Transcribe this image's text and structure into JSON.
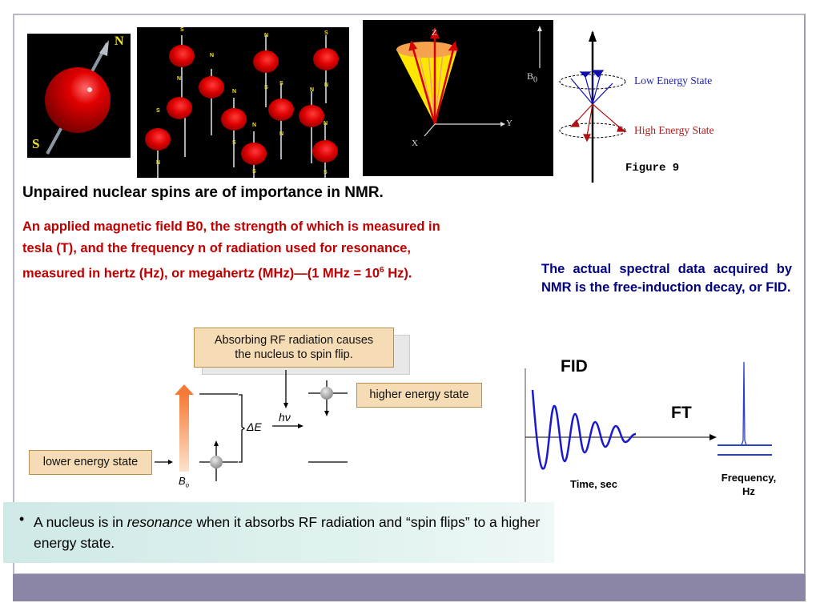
{
  "slide": {
    "heading": "Unpaired nuclear spins are of importance in NMR.",
    "red_paragraph": {
      "line1": "An applied magnetic field B0, the strength of which is measured in",
      "line2": "tesla (T), and the frequency n of radiation used for resonance,",
      "line3_pre": "measured in hertz (Hz), or megahertz (MHz)—(1 MHz = 10",
      "line3_sup": "6",
      "line3_post": " Hz)."
    },
    "blue_paragraph": "The actual spectral data acquired by NMR is the free-induction decay, or FID.",
    "colors": {
      "heading": "#000000",
      "red_text": "#c00000",
      "blue_text": "#000080",
      "footer_bar": "#8c86a6",
      "tan_box": "#f6dcb5",
      "caption_bg": "#d6eeeb",
      "fid_line": "#1a1acc"
    }
  },
  "images": {
    "single_spin": {
      "north_label": "N",
      "south_label": "S"
    },
    "spin_array": {
      "spins": [
        {
          "top": "S",
          "bottom": "N"
        },
        {
          "top": "N",
          "bottom": "S"
        },
        {
          "top": "S",
          "bottom": "N"
        },
        {
          "top": "N",
          "bottom": "S"
        },
        {
          "top": "N",
          "bottom": "S"
        },
        {
          "top": "N",
          "bottom": "S"
        },
        {
          "top": "N",
          "bottom": "S"
        },
        {
          "top": "S",
          "bottom": "N"
        },
        {
          "top": "S",
          "bottom": "N"
        },
        {
          "top": "N",
          "bottom": "S"
        },
        {
          "top": "N",
          "bottom": "S"
        }
      ]
    },
    "precession_cone": {
      "z_label": "Z",
      "y_label": "Y",
      "x_label": "X",
      "b0_label": "B",
      "b0_sub": "0"
    },
    "figure9": {
      "low_label": "Low Energy State",
      "high_label": "High Energy State",
      "caption": "Figure 9"
    }
  },
  "energy_diagram": {
    "callout": {
      "line1": "Absorbing RF radiation causes",
      "line2": "the nucleus to spin flip."
    },
    "higher_state": "higher energy state",
    "lower_state": "lower energy state",
    "delta_e": "ΔE",
    "hv": "hν",
    "b0_label": "B",
    "b0_sub": "o"
  },
  "fid_diagram": {
    "fid_label": "FID",
    "ft_label": "FT",
    "time_label": "Time, sec",
    "freq_label_line1": "Frequency,",
    "freq_label_line2": "Hz"
  },
  "caption": {
    "bullet": "•",
    "pre": "A nucleus is in ",
    "italic": "resonance",
    "post": " when it absorbs RF radiation and “spin flips” to a higher energy state."
  }
}
